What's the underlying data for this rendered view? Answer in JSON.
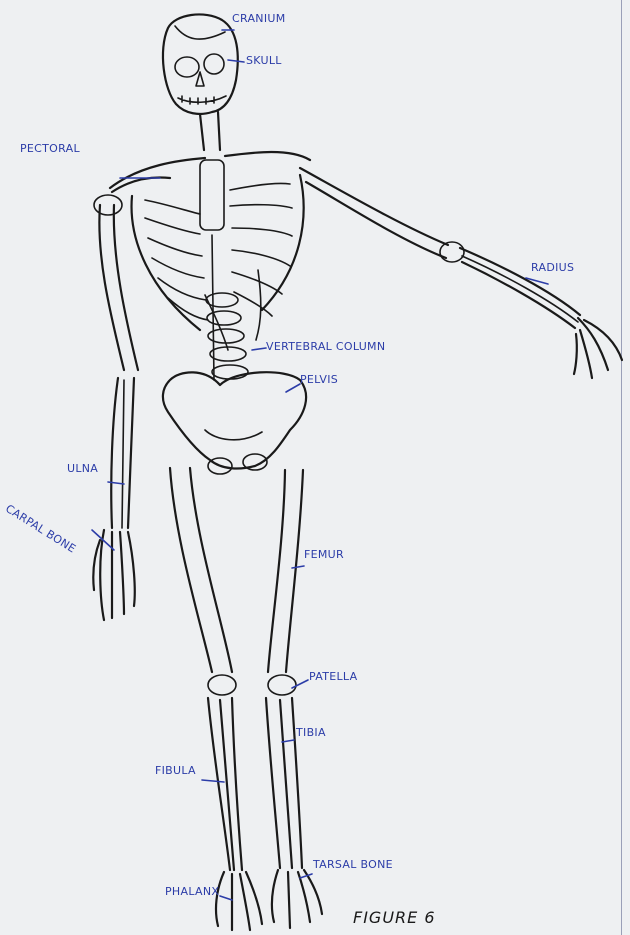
{
  "labels": {
    "cranium": "CRANIUM",
    "skull": "SKULL",
    "pectoral": "PECTORAL",
    "radius": "RADIUS",
    "vertebral_column": "VERTEBRAL COLUMN",
    "pelvis": "PELVIS",
    "ulna": "ULNA",
    "carpal_bone": "CARPAL BONE",
    "femur": "FEMUR",
    "patella": "PATELLA",
    "tibia": "TIBIA",
    "fibula": "FIBULA",
    "tarsal_bone": "TARSAL BONE",
    "phalanx": "PHALANX"
  },
  "caption": "FIGURE 6",
  "colors": {
    "label_ink": "#2c3da8",
    "bone_ink": "#1a1a1a",
    "paper": "#eef0f2"
  }
}
